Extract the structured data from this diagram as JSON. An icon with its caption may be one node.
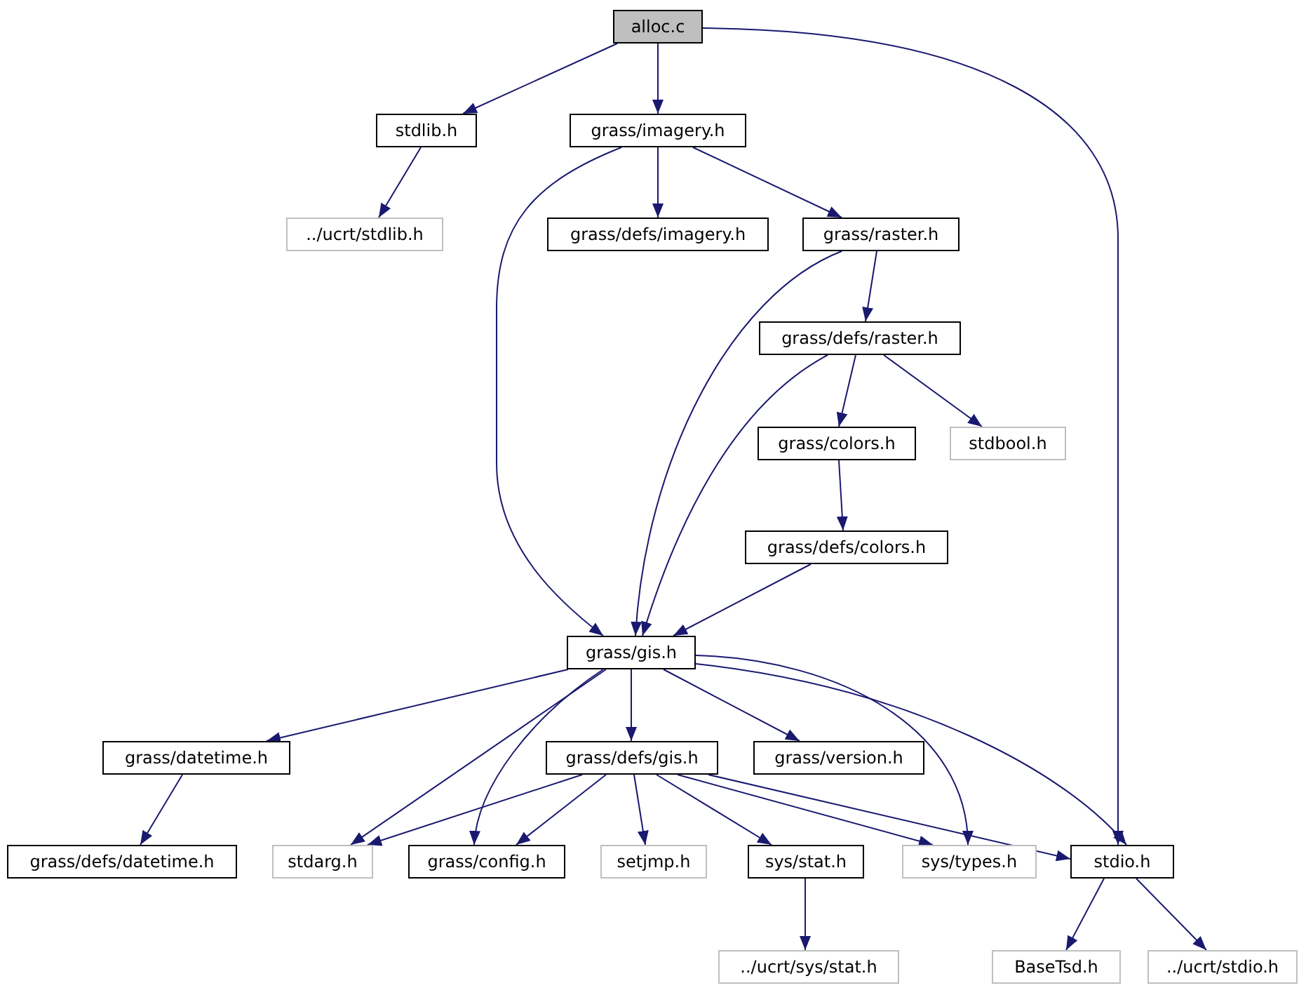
{
  "diagram": {
    "nodes": [
      {
        "text": [
          "alloc.c"
        ]
      },
      {
        "text": [
          "stdlib.h"
        ]
      },
      {
        "text": [
          "grass/imagery.h"
        ]
      },
      {
        "text": [
          "../ucrt/stdlib.h"
        ]
      },
      {
        "text": [
          "grass/defs/imagery.h"
        ]
      },
      {
        "text": [
          "grass/raster.h"
        ]
      },
      {
        "text": [
          "grass/defs/raster.h"
        ]
      },
      {
        "text": [
          "grass/colors.h"
        ]
      },
      {
        "text": [
          "stdbool.h"
        ]
      },
      {
        "text": [
          "grass/defs/colors.h"
        ]
      },
      {
        "text": [
          "grass/gis.h"
        ]
      },
      {
        "text": [
          "grass/datetime.h"
        ]
      },
      {
        "text": [
          "grass/defs/gis.h"
        ]
      },
      {
        "text": [
          "grass/version.h"
        ]
      },
      {
        "text": [
          "grass/defs/datetime.h"
        ]
      },
      {
        "text": [
          "stdarg.h"
        ]
      },
      {
        "text": [
          "grass/config.h"
        ]
      },
      {
        "text": [
          "setjmp.h"
        ]
      },
      {
        "text": [
          "sys/stat.h"
        ]
      },
      {
        "text": [
          "sys/types.h"
        ]
      },
      {
        "text": [
          "stdio.h"
        ]
      },
      {
        "text": [
          "../ucrt/sys/stat.h"
        ]
      },
      {
        "text": [
          "BaseTsd.h"
        ]
      },
      {
        "text": [
          "../ucrt/stdio.h"
        ]
      }
    ],
    "edges": [
      {
        "from": 0,
        "to": 1,
        "arrow": "to"
      },
      {
        "from": 0,
        "to": 2,
        "arrow": "to"
      },
      {
        "from": 0,
        "to": 20,
        "arrow": "to"
      },
      {
        "from": 1,
        "to": 3,
        "arrow": "to"
      },
      {
        "from": 2,
        "to": 10,
        "arrow": "to"
      },
      {
        "from": 2,
        "to": 4,
        "arrow": "to"
      },
      {
        "from": 2,
        "to": 5,
        "arrow": "to"
      },
      {
        "from": 5,
        "to": 10,
        "arrow": "to"
      },
      {
        "from": 5,
        "to": 6,
        "arrow": "to"
      },
      {
        "from": 6,
        "to": 10,
        "arrow": "to"
      },
      {
        "from": 6,
        "to": 7,
        "arrow": "to"
      },
      {
        "from": 6,
        "to": 8,
        "arrow": "to"
      },
      {
        "from": 7,
        "to": 9,
        "arrow": "to"
      },
      {
        "from": 9,
        "to": 10,
        "arrow": "to"
      },
      {
        "from": 10,
        "to": 11,
        "arrow": "to"
      },
      {
        "from": 10,
        "to": 15,
        "arrow": "to"
      },
      {
        "from": 10,
        "to": 16,
        "arrow": "to"
      },
      {
        "from": 10,
        "to": 12,
        "arrow": "to"
      },
      {
        "from": 10,
        "to": 13,
        "arrow": "to"
      },
      {
        "from": 10,
        "to": 19,
        "arrow": "to"
      },
      {
        "from": 10,
        "to": 20,
        "arrow": "to"
      },
      {
        "from": 11,
        "to": 14,
        "arrow": "to"
      },
      {
        "from": 12,
        "to": 15,
        "arrow": "to"
      },
      {
        "from": 12,
        "to": 16,
        "arrow": "to"
      },
      {
        "from": 12,
        "to": 17,
        "arrow": "to"
      },
      {
        "from": 12,
        "to": 18,
        "arrow": "to"
      },
      {
        "from": 12,
        "to": 19,
        "arrow": "to"
      },
      {
        "from": 12,
        "to": 20,
        "arrow": "to"
      },
      {
        "from": 18,
        "to": 21,
        "arrow": "to"
      },
      {
        "from": 20,
        "to": 22,
        "arrow": "to"
      },
      {
        "from": 20,
        "to": 23,
        "arrow": "to"
      }
    ]
  }
}
